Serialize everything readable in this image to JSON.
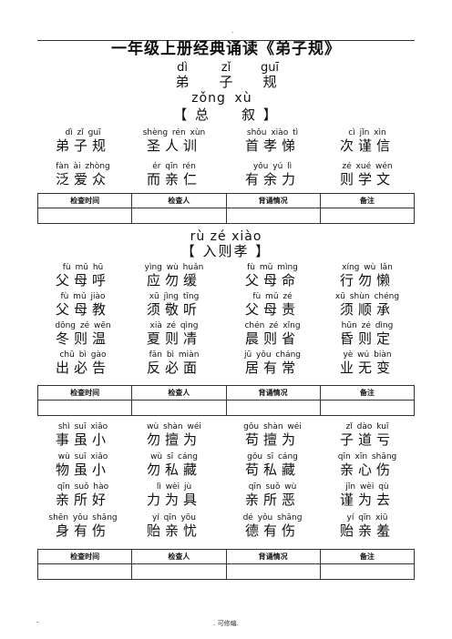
{
  "header": {
    "dot": "."
  },
  "page_title": "一年级上册经典诵读《弟子规》",
  "book": {
    "pinyin": [
      "dì",
      "zǐ",
      "guī"
    ],
    "hanzi": [
      "弟",
      "子",
      "规"
    ]
  },
  "section_zongxu": {
    "pinyin": [
      "zǒng",
      "xù"
    ],
    "title": "【 总　　叙 】",
    "lines": [
      [
        {
          "py": "dì zǐ guī",
          "hz": "弟子规"
        },
        {
          "py": "shèng rén xùn",
          "hz": "圣人训"
        },
        {
          "py": "shǒu xiào tì",
          "hz": "首孝悌"
        },
        {
          "py": "cì jǐn xìn",
          "hz": "次谨信"
        }
      ],
      [
        {
          "py": "fàn ài zhòng",
          "hz": "泛爱众"
        },
        {
          "py": "ér qīn rén",
          "hz": "而亲仁"
        },
        {
          "py": "yǒu yú lì",
          "hz": "有余力"
        },
        {
          "py": "zé xué wén",
          "hz": "则学文"
        }
      ]
    ]
  },
  "check_table": {
    "headers": [
      "检查时间",
      "检查人",
      "背诵情况",
      "备注"
    ]
  },
  "section_ruzexiao": {
    "pinyin": "rù zé xiào",
    "title": "【 入则孝 】",
    "blocks": [
      [
        [
          {
            "py": "fù mǔ hū",
            "hz": "父母呼"
          },
          {
            "py": "yìng wù huǎn",
            "hz": "应勿缓"
          },
          {
            "py": "fù mǔ mìng",
            "hz": "父母命"
          },
          {
            "py": "xíng wù lǎn",
            "hz": "行勿懒"
          }
        ],
        [
          {
            "py": "fù mǔ jiào",
            "hz": "父母教"
          },
          {
            "py": "xū jìng tīng",
            "hz": "须敬听"
          },
          {
            "py": "fù mǔ zé",
            "hz": "父母责"
          },
          {
            "py": "xū shùn chéng",
            "hz": "须顺承"
          }
        ],
        [
          {
            "py": "dōng zé wēn",
            "hz": "冬则温"
          },
          {
            "py": "xià zé qìng",
            "hz": "夏则凊"
          },
          {
            "py": "chén zé xǐng",
            "hz": "晨则省"
          },
          {
            "py": "hūn zé dìng",
            "hz": "昏则定"
          }
        ],
        [
          {
            "py": "chū bì gào",
            "hz": "出必告"
          },
          {
            "py": "fǎn bì miàn",
            "hz": "反必面"
          },
          {
            "py": "jū yǒu cháng",
            "hz": "居有常"
          },
          {
            "py": "yè wú biàn",
            "hz": "业无变"
          }
        ]
      ],
      [
        [
          {
            "py": "shì suī xiǎo",
            "hz": "事虽小"
          },
          {
            "py": "wù shàn wéi",
            "hz": "勿擅为"
          },
          {
            "py": "gǒu shàn wéi",
            "hz": "苟擅为"
          },
          {
            "py": "zǐ dào kuī",
            "hz": "子道亏"
          }
        ],
        [
          {
            "py": "wù suī xiǎo",
            "hz": "物虽小"
          },
          {
            "py": "wù sī cáng",
            "hz": "勿私藏"
          },
          {
            "py": "gǒu sī cáng",
            "hz": "苟私藏"
          },
          {
            "py": "qīn xīn shāng",
            "hz": "亲心伤"
          }
        ],
        [
          {
            "py": "qīn suǒ hào",
            "hz": "亲所好"
          },
          {
            "py": "lì wèi jù",
            "hz": "力为具"
          },
          {
            "py": "qīn suǒ wù",
            "hz": "亲所恶"
          },
          {
            "py": "jǐn wèi qù",
            "hz": "谨为去"
          }
        ],
        [
          {
            "py": "shēn yǒu shāng",
            "hz": "身有伤"
          },
          {
            "py": "yí qīn yōu",
            "hz": "贻亲忧"
          },
          {
            "py": "dé yǒu shāng",
            "hz": "德有伤"
          },
          {
            "py": "yí qīn xiū",
            "hz": "贻亲羞"
          }
        ]
      ]
    ]
  },
  "footer": {
    "left": "-",
    "center": ". 可修编."
  }
}
